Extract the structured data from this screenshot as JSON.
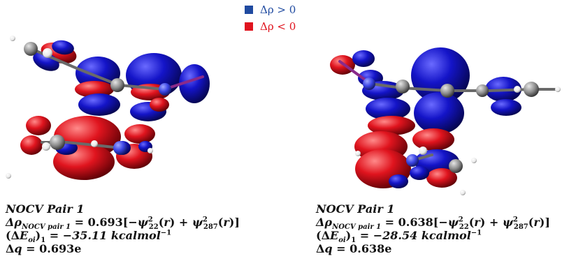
{
  "colors": {
    "positive": "#1414c8",
    "negative": "#e0141e",
    "carbon": "#8a8a8a",
    "hydrogen": "#f2f2f2",
    "nitrogen": "#3c46e6",
    "bond": "#707070",
    "bond_purple": "#8a2a8a"
  },
  "legend": [
    {
      "label": "Δρ > 0",
      "color": "#1f4aa0"
    },
    {
      "label": "Δρ < 0",
      "color": "#e0141e"
    }
  ],
  "panels": [
    {
      "title": "NOCV Pair 1",
      "delta_rho_lhs": "Δρ",
      "delta_rho_sub": "NOCV pair 1",
      "coefficient": "0.693",
      "psi_a": {
        "sub": "22",
        "sup": "2"
      },
      "psi_b": {
        "sub": "287",
        "sup": "2"
      },
      "delta_e_sub": "oi",
      "delta_e_value": "−35.11 kcalmol",
      "delta_e_exp": "−1",
      "delta_q": "0.693e",
      "orbital_set": "left"
    },
    {
      "title": "NOCV Pair 1",
      "delta_rho_lhs": "Δρ",
      "delta_rho_sub": "NOCV pair 1",
      "coefficient": "0.638",
      "psi_a": {
        "sub": "22",
        "sup": "2"
      },
      "psi_b": {
        "sub": "287",
        "sup": "2"
      },
      "delta_e_sub": "oi",
      "delta_e_value": "−28.54 kcalmol",
      "delta_e_exp": "−1",
      "delta_q": "0.638e",
      "orbital_set": "right"
    }
  ]
}
